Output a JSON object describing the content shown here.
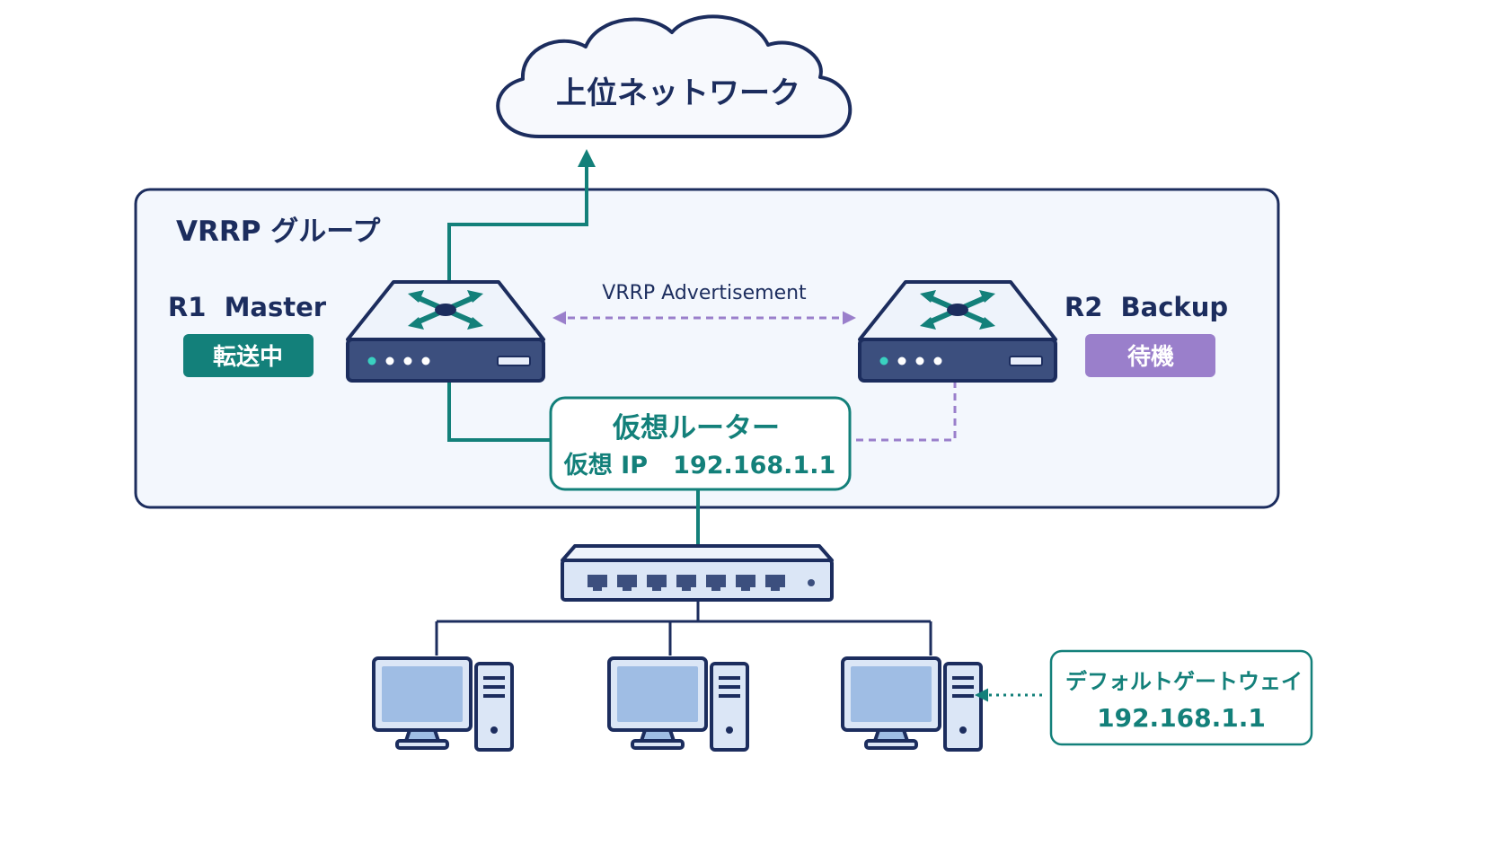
{
  "upstream": {
    "label": "上位ネットワーク"
  },
  "group": {
    "title": "VRRP グループ"
  },
  "r1": {
    "name": "R1  Master",
    "status": "転送中"
  },
  "r2": {
    "name": "R2  Backup",
    "status": "待機"
  },
  "advertisement": {
    "label": "VRRP Advertisement"
  },
  "virtual_router": {
    "title": "仮想ルーター",
    "ip_line": "仮想 IP   192.168.1.1"
  },
  "gateway_note": {
    "title": "デフォルトゲートウェイ",
    "ip": "192.168.1.1"
  },
  "colors": {
    "navy": "#1c2d5e",
    "teal": "#13807a",
    "purple": "#9a7fcb",
    "group_bg": "#f3f7fd",
    "device_body": "#3c4f7e",
    "device_top": "#eef3fb"
  }
}
